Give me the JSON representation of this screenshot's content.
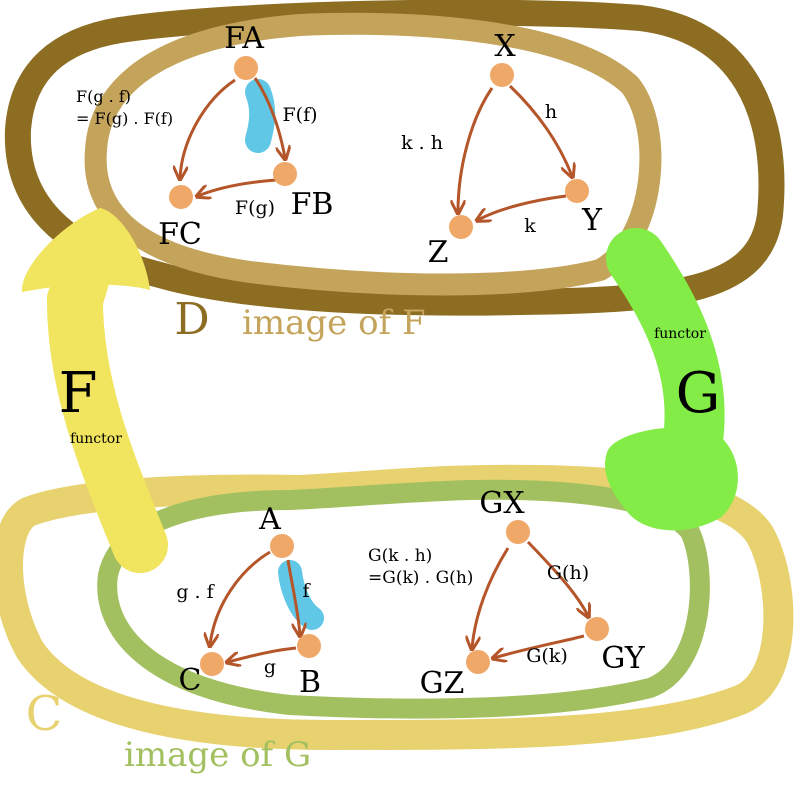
{
  "colors": {
    "category_d": "#8c6d22",
    "image_of_f": "#c4a35a",
    "category_c": "#e8d270",
    "image_of_g": "#a2c060",
    "functor_f": "#f1e45e",
    "functor_g": "#84ec47",
    "node": "#f0a868",
    "arrow": "#b5562a",
    "highlight": "#60c7e6",
    "text": "#000000"
  },
  "categories": {
    "d": {
      "label": "D",
      "image_label": "image of F"
    },
    "c": {
      "label": "C",
      "image_label": "image of G"
    }
  },
  "functors": {
    "f": {
      "label": "F",
      "caption": "functor"
    },
    "g": {
      "label": "G",
      "caption": "functor"
    }
  },
  "top_left": {
    "nodes": {
      "fa": "FA",
      "fb": "FB",
      "fc": "FC"
    },
    "arrows": {
      "ff": "F(f)",
      "fg": "F(g)"
    },
    "equation": {
      "line1": "F(g . f)",
      "line2": "= F(g) . F(f)"
    }
  },
  "top_right": {
    "nodes": {
      "x": "X",
      "y": "Y",
      "z": "Z"
    },
    "arrows": {
      "h": "h",
      "k": "k",
      "kh": "k . h"
    }
  },
  "bottom_left": {
    "nodes": {
      "a": "A",
      "b": "B",
      "c": "C"
    },
    "arrows": {
      "f": "f",
      "g": "g",
      "gf": "g . f"
    }
  },
  "bottom_right": {
    "nodes": {
      "gx": "GX",
      "gy": "GY",
      "gz": "GZ"
    },
    "arrows": {
      "gh": "G(h)",
      "gk": "G(k)"
    },
    "equation": {
      "line1": "G(k . h)",
      "line2": "=G(k) . G(h)"
    }
  }
}
